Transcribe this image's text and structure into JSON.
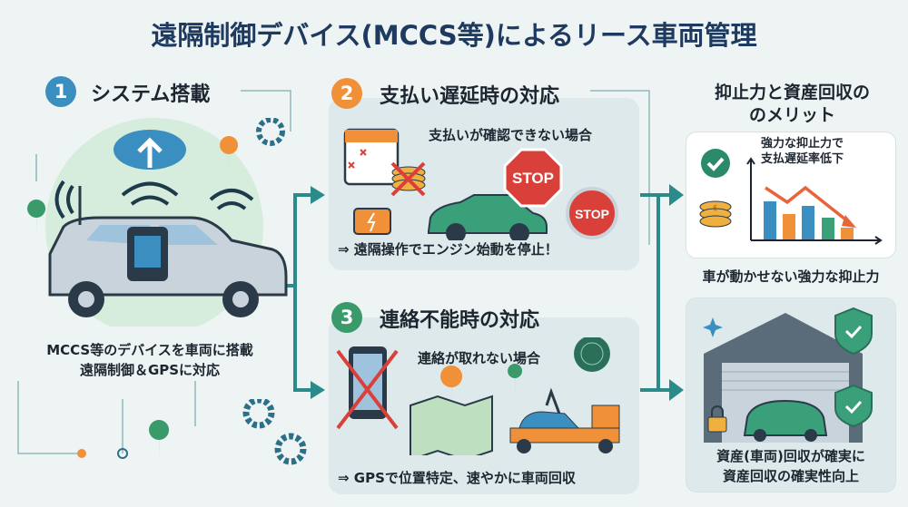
{
  "title": "遠隔制御デバイス(MCCS等)によるリース車両管理",
  "section1": {
    "number": "1",
    "heading": "システム搭載",
    "caption_lines": [
      "MCCS等のデバイスを車両に搭載",
      "遠隔制御＆GPSに対応"
    ]
  },
  "section2": {
    "number": "2",
    "heading": "支払い遅延時の対応",
    "condition": "支払いが確認できない場合",
    "sign_text": "STOP",
    "result": "⇒ 遠隔操作でエンジン始動を停止！"
  },
  "section3": {
    "number": "3",
    "heading": "連絡不能時の対応",
    "condition": "連絡が取れない場合",
    "result": "⇒ GPSで位置特定、速やかに車両回収"
  },
  "merits": {
    "heading_lines": [
      "抑止力と資産回収の",
      "のメリット"
    ],
    "card1": {
      "chart_label_lines": [
        "強力な抑止力で",
        "支払遅延率低下"
      ],
      "caption": "車が動かせない強力な抑止力",
      "coin_symbol": "$"
    },
    "card2": {
      "caption_lines": [
        "資産(車両)回収が確実に",
        "資産回収の確実性向上"
      ]
    }
  },
  "colors": {
    "title": "#1e3a5f",
    "teal": "#2b8a8a",
    "orange": "#f0913a",
    "green": "#3a9a6a",
    "red": "#d9403a",
    "blue": "#3a8fc0"
  }
}
